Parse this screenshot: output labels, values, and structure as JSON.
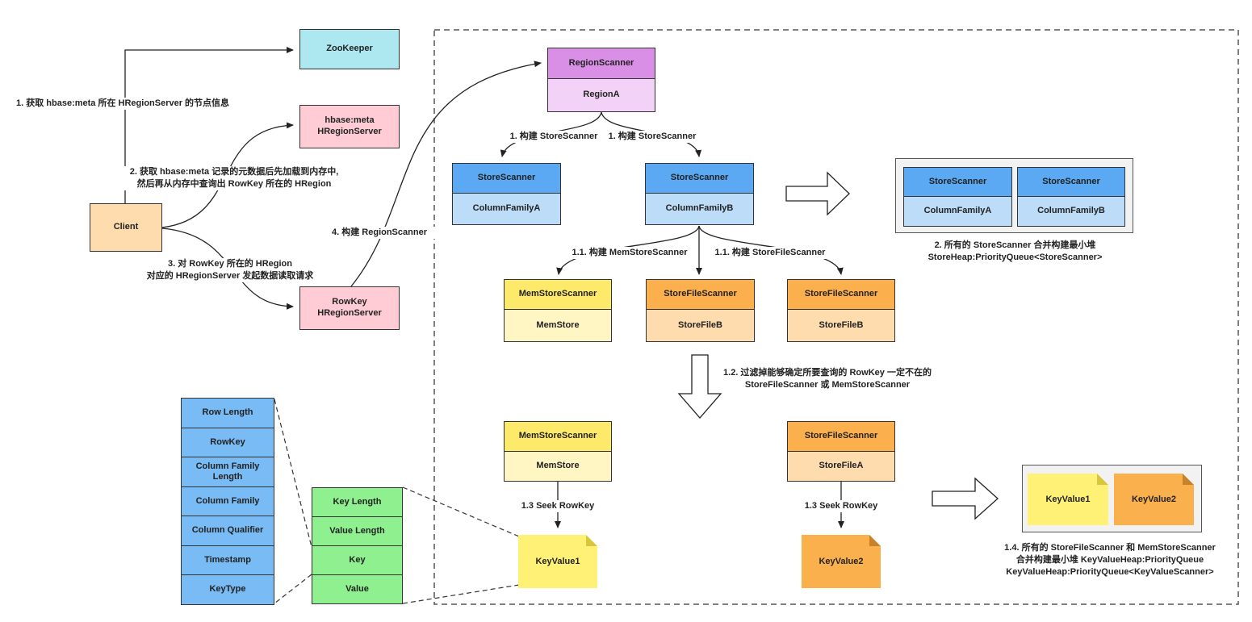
{
  "colors": {
    "zookeeper": "#ade8f0",
    "pink": "#ffccd5",
    "client": "#ffdcae",
    "purple_head": "#d98fe6",
    "purple_body": "#f3d2f7",
    "blue_head": "#5aa9f2",
    "blue_body": "#bcdcf7",
    "yellow_head": "#fdea6b",
    "yellow_body": "#fff6c4",
    "orange_head": "#fbb04d",
    "orange_body": "#fedcad",
    "green": "#8ef08e",
    "kv1": "#fff176",
    "kv2": "#f9b04d"
  },
  "nodes": {
    "zookeeper": "ZooKeeper",
    "meta_server": "hbase:meta\nHRegionServer",
    "client": "Client",
    "rowkey_server": "RowKey\nHRegionServer",
    "region_scanner": "RegionScanner",
    "region_a": "RegionA",
    "store_scanner_a": "StoreScanner",
    "cf_a": "ColumnFamilyA",
    "store_scanner_b": "StoreScanner",
    "cf_b": "ColumnFamilyB",
    "heap_store_scanner_1": "StoreScanner",
    "heap_cf_a": "ColumnFamilyA",
    "heap_store_scanner_2": "StoreScanner",
    "heap_cf_b": "ColumnFamilyB",
    "memstore_scanner_top": "MemStoreScanner",
    "memstore_top": "MemStore",
    "storefile_scanner_1": "StoreFileScanner",
    "storefile_b_1": "StoreFileB",
    "storefile_scanner_2": "StoreFileScanner",
    "storefile_b_2": "StoreFileB",
    "memstore_scanner_bottom": "MemStoreScanner",
    "memstore_bottom": "MemStore",
    "storefile_scanner_bottom": "StoreFileScanner",
    "storefile_a": "StoreFileA",
    "keyvalue1": "KeyValue1",
    "keyvalue2": "KeyValue2",
    "heap_keyvalue1": "KeyValue1",
    "heap_keyvalue2": "KeyValue2"
  },
  "key_fields": [
    "Row Length",
    "RowKey",
    "Column Family\nLength",
    "Column Family",
    "Column Qualifier",
    "Timestamp",
    "KeyType"
  ],
  "kv_fields": [
    "Key Length",
    "Value Length",
    "Key",
    "Value"
  ],
  "labels": {
    "step1": "1. 获取 hbase:meta 所在 HRegionServer 的节点信息",
    "step2": "2. 获取 hbase:meta 记录的元数据后先加载到内存中,\n然后再从内存中查询出 RowKey 所在的 HRegion",
    "step3": "3. 对 RowKey 所在的 HRegion\n对应的 HRegionServer 发起数据读取请求",
    "step4": "4. 构建 RegionScanner",
    "build_store_left": "1. 构建 StoreScanner",
    "build_store_right": "1. 构建 StoreScanner",
    "build_memstore": "1.1. 构建 MemStoreScanner",
    "build_storefile": "1.1. 构建 StoreFileScanner",
    "store_heap": "2. 所有的 StoreScanner 合并构建最小堆\nStoreHeap:PriorityQueue<StoreScanner>",
    "filter": "1.2. 过滤掉能够确定所要查询的 RowKey 一定不在的\nStoreFileScanner 或 MemStoreScanner",
    "seek_left": "1.3 Seek RowKey",
    "seek_right": "1.3 Seek RowKey",
    "kv_heap": "1.4. 所有的 StoreFileScanner 和 MemStoreScanner\n合并构建最小堆 KeyValueHeap:PriorityQueue\nKeyValueHeap:PriorityQueue<KeyValueScanner>"
  }
}
